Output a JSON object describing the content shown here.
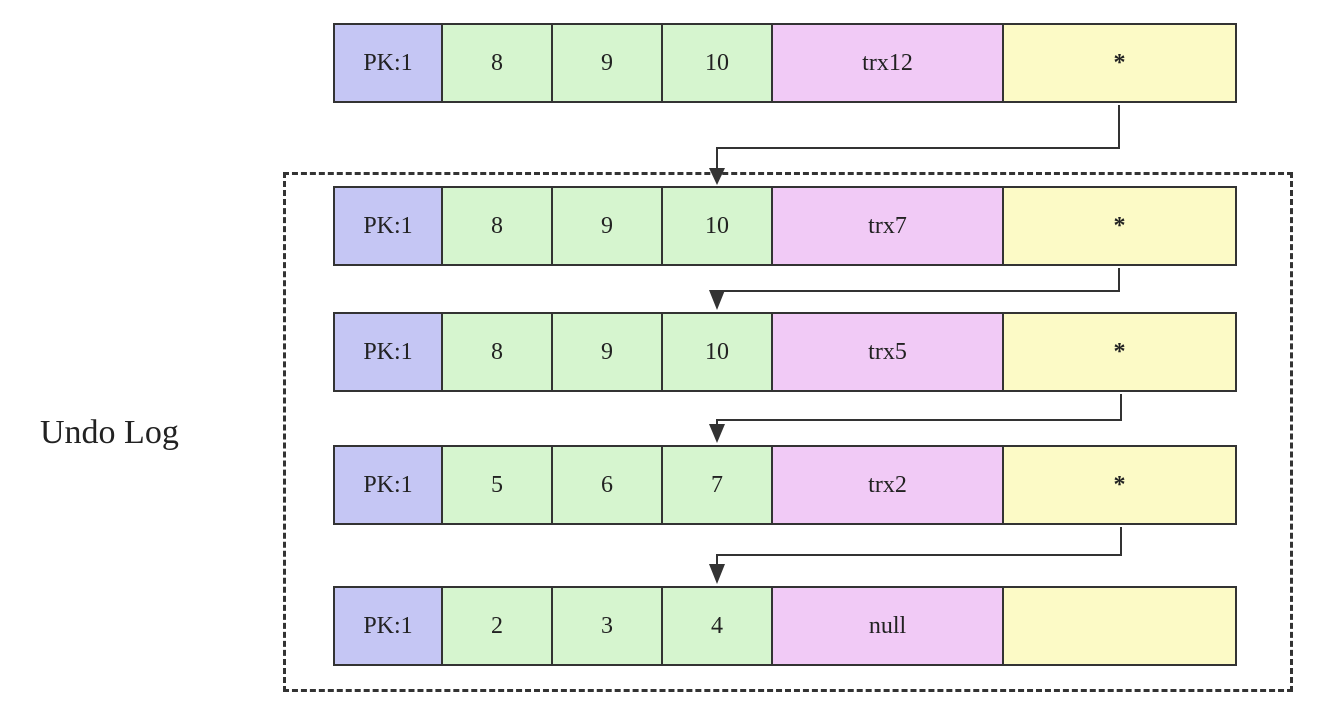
{
  "undo_log_label": "Undo Log",
  "current_row": {
    "pk": "PK:1",
    "values": [
      "8",
      "9",
      "10"
    ],
    "trx": "trx12",
    "ptr": "*"
  },
  "undo_rows": [
    {
      "pk": "PK:1",
      "values": [
        "8",
        "9",
        "10"
      ],
      "trx": "trx7",
      "ptr": "*"
    },
    {
      "pk": "PK:1",
      "values": [
        "8",
        "9",
        "10"
      ],
      "trx": "trx5",
      "ptr": "*"
    },
    {
      "pk": "PK:1",
      "values": [
        "5",
        "6",
        "7"
      ],
      "trx": "trx2",
      "ptr": "*"
    },
    {
      "pk": "PK:1",
      "values": [
        "2",
        "3",
        "4"
      ],
      "trx": "null",
      "ptr": ""
    }
  ],
  "colors": {
    "pk": "#c5c6f4",
    "value": "#d6f5cf",
    "trx": "#f1caf6",
    "ptr": "#fcfac6",
    "line": "#333333"
  }
}
